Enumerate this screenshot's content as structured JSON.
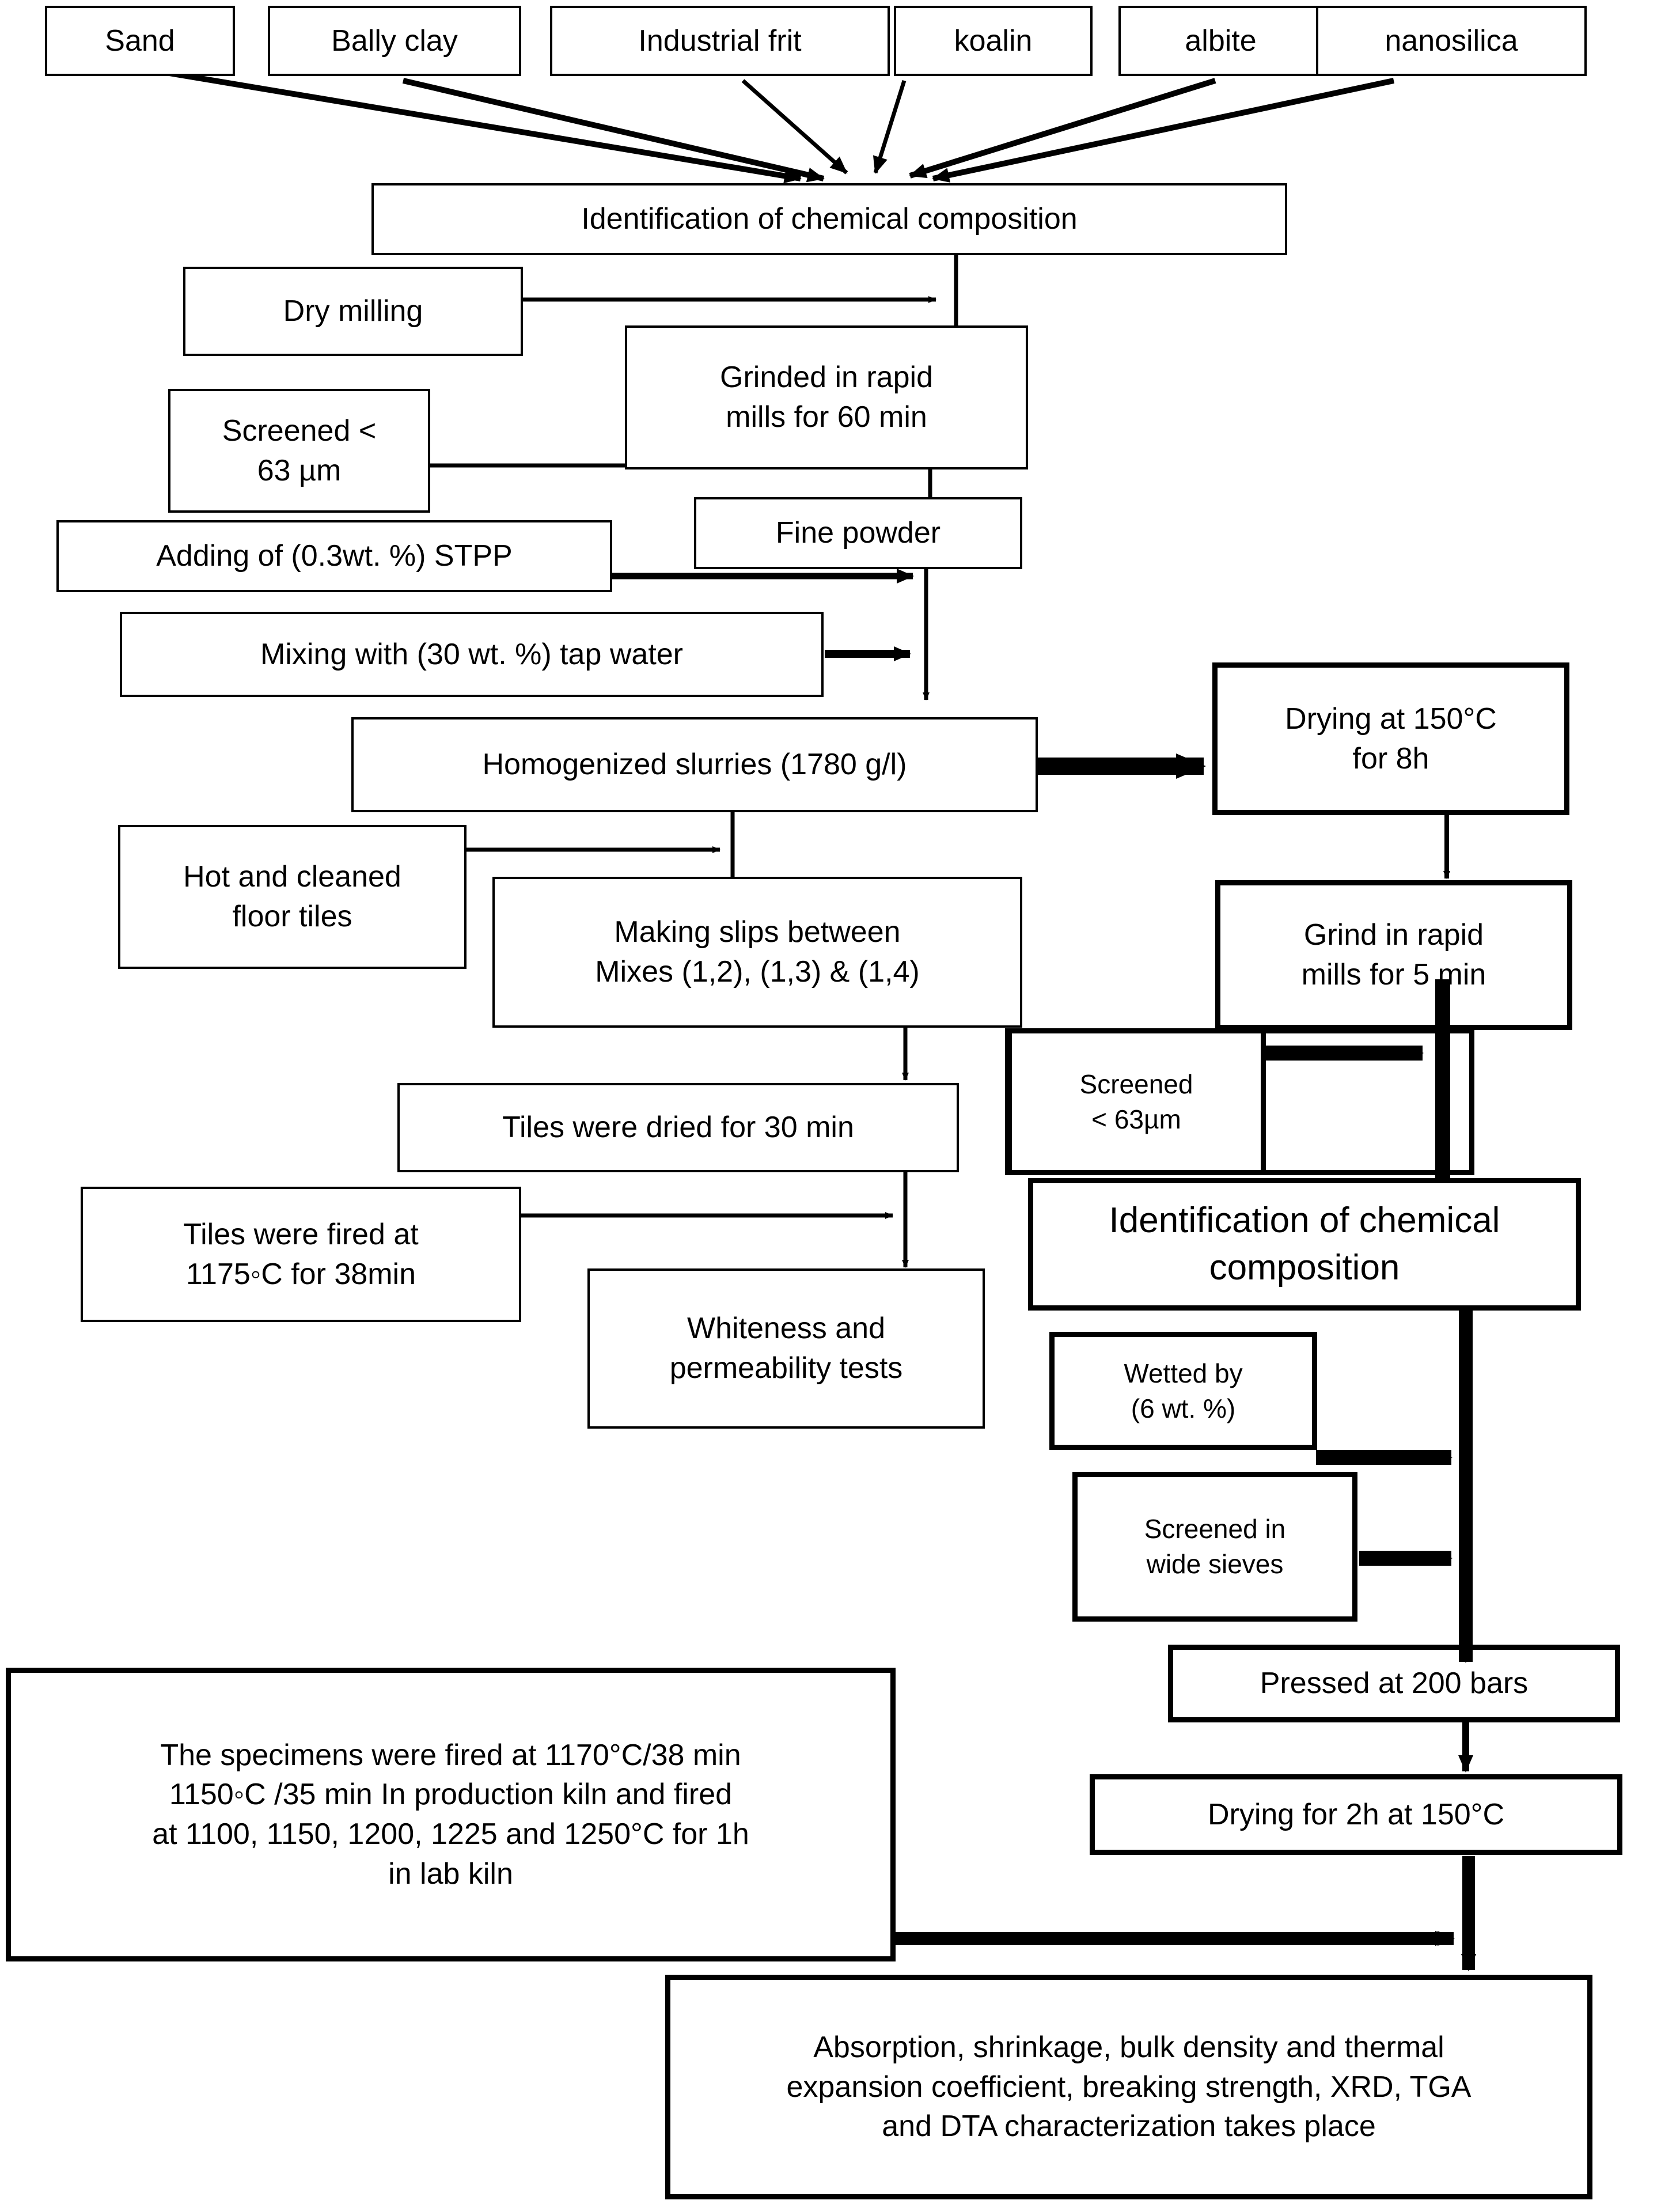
{
  "diagram": {
    "title": "Ceramic floor tile production process flowchart",
    "colors": {
      "stroke": "#000000",
      "fill": "#ffffff"
    },
    "nodes": {
      "sand": "Sand",
      "bally_clay": "Bally clay",
      "industrial_frit": "Industrial frit",
      "koalin": "koalin",
      "albite": "albite",
      "nanosilica": "nanosilica",
      "identification_1": "Identification of chemical composition",
      "dry_milling": "Dry milling",
      "grinded_rapid_60": "Grinded in rapid\nmills for 60 min",
      "screened_63um_a": "Screened <\n63 µm",
      "fine_powder": "Fine powder",
      "adding_stpp": "Adding of (0.3wt. %) STPP",
      "mixing_water": "Mixing with (30 wt. %) tap water",
      "homogenized_slurries": "Homogenized slurries (1780 g/l)",
      "drying_150_8h": "Drying at 150°C\nfor  8h",
      "hot_cleaned_tiles": "Hot and cleaned\nfloor tiles",
      "making_slips": "Making slips between\nMixes (1,2), (1,3) & (1,4)",
      "grind_rapid_5": "Grind in rapid\nmills for 5 min",
      "tiles_dried_30": "Tiles were dried for 30 min",
      "screened_63um_b": "Screened\n< 63µm",
      "identification_2": "Identification of chemical\ncomposition",
      "tiles_fired_1175": "Tiles were fired at\n1175◦C for 38min",
      "whiteness_permeability": "Whiteness and\npermeability tests",
      "wetted_by": "Wetted by\n(6 wt. %)",
      "screened_wide_sieves": "Screened in\nwide sieves",
      "pressed_200_bars": "Pressed at 200 bars",
      "drying_2h_150": "Drying for 2h at 150°C",
      "specimens_fired": "The specimens were fired at 1170°C/38 min\n1150◦C /35 min In production kiln and fired\nat 1100, 1150, 1200, 1225 and 1250°C for 1h\nin lab kiln",
      "final_characterization": "Absorption, shrinkage, bulk density and thermal\nexpansion coefficient, breaking strength, XRD, TGA\nand DTA characterization takes place"
    },
    "flow_order": [
      "sand",
      "bally_clay",
      "industrial_frit",
      "koalin",
      "albite",
      "nanosilica",
      "identification_1",
      "dry_milling",
      "grinded_rapid_60",
      "screened_63um_a",
      "fine_powder",
      "adding_stpp",
      "mixing_water",
      "homogenized_slurries",
      "drying_150_8h",
      "hot_cleaned_tiles",
      "making_slips",
      "grind_rapid_5",
      "tiles_dried_30",
      "screened_63um_b",
      "identification_2",
      "tiles_fired_1175",
      "whiteness_permeability",
      "wetted_by",
      "screened_wide_sieves",
      "pressed_200_bars",
      "drying_2h_150",
      "specimens_fired",
      "final_characterization"
    ]
  }
}
